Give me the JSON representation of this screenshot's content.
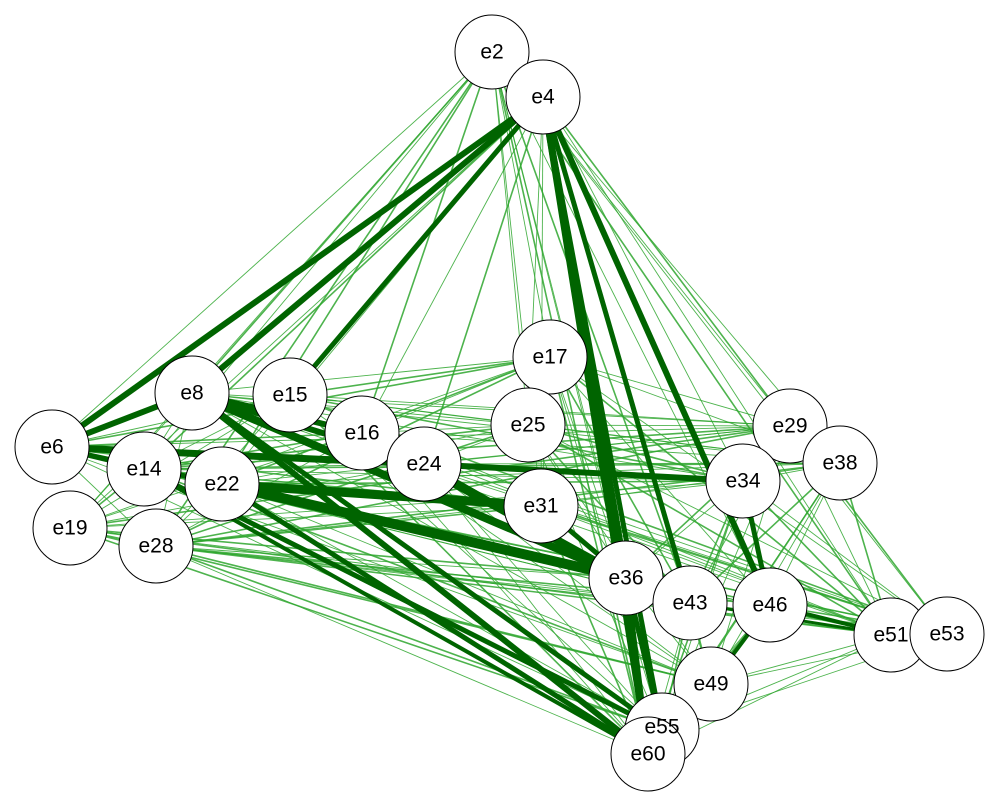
{
  "nodes": [
    "e2",
    "e4",
    "e6",
    "e8",
    "e14",
    "e15",
    "e16",
    "e17",
    "e19",
    "e22",
    "e24",
    "e25",
    "e28",
    "e29",
    "e31",
    "e34",
    "e36",
    "e38",
    "e43",
    "e46",
    "e49",
    "e51",
    "e53",
    "e55",
    "e60"
  ],
  "colors": {
    "strong_edge": "#006400",
    "weak_edge": "#2ea62e",
    "node_fill": "#ffffff",
    "node_stroke": "#000000"
  },
  "edges_strong": [
    [
      "e4",
      "e6",
      6
    ],
    [
      "e4",
      "e8",
      6
    ],
    [
      "e4",
      "e15",
      5
    ],
    [
      "e4",
      "e36",
      7
    ],
    [
      "e4",
      "e43",
      5
    ],
    [
      "e4",
      "e46",
      6
    ],
    [
      "e4",
      "e55",
      5
    ],
    [
      "e4",
      "e60",
      6
    ],
    [
      "e6",
      "e8",
      6
    ],
    [
      "e6",
      "e24",
      7
    ],
    [
      "e6",
      "e22",
      5
    ],
    [
      "e6",
      "e14",
      4
    ],
    [
      "e8",
      "e36",
      8
    ],
    [
      "e8",
      "e60",
      6
    ],
    [
      "e8",
      "e55",
      5
    ],
    [
      "e8",
      "e24",
      6
    ],
    [
      "e8",
      "e16",
      6
    ],
    [
      "e14",
      "e55",
      5
    ],
    [
      "e14",
      "e60",
      4
    ],
    [
      "e22",
      "e36",
      10
    ],
    [
      "e22",
      "e31",
      9
    ],
    [
      "e22",
      "e60",
      5
    ],
    [
      "e16",
      "e36",
      8
    ],
    [
      "e24",
      "e34",
      6
    ],
    [
      "e24",
      "e36",
      6
    ],
    [
      "e36",
      "e60",
      6
    ],
    [
      "e36",
      "e55",
      5
    ],
    [
      "e34",
      "e46",
      5
    ],
    [
      "e46",
      "e51",
      4
    ],
    [
      "e43",
      "e51",
      3
    ],
    [
      "e46",
      "e49",
      4
    ],
    [
      "e31",
      "e36",
      5
    ]
  ],
  "edges_weak_hubs": [
    "e2",
    "e4",
    "e17",
    "e25",
    "e29",
    "e34",
    "e38",
    "e51",
    "e53",
    "e49",
    "e55",
    "e60",
    "e28",
    "e19",
    "e14",
    "e6"
  ]
}
